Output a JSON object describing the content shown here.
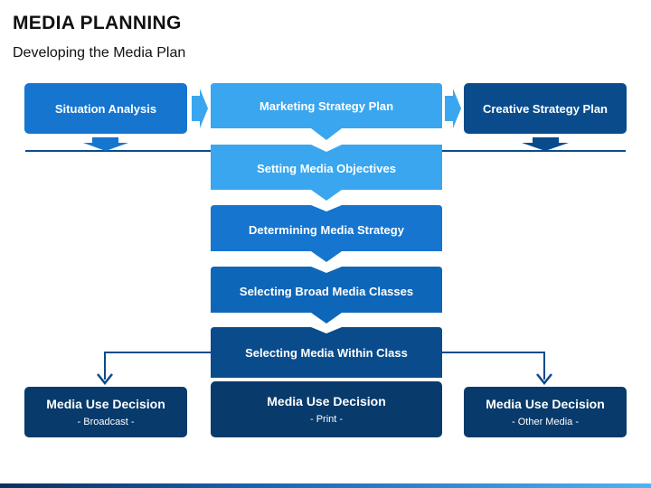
{
  "title": "MEDIA PLANNING",
  "subtitle": "Developing the Media Plan",
  "colors": {
    "light_blue": "#3aa6ef",
    "mid_blue": "#1575cf",
    "blue": "#0e66b8",
    "navy": "#0a4b8c",
    "dark_navy": "#083a6b",
    "connector": "#0a4b8c"
  },
  "top_row": {
    "left": "Situation Analysis",
    "center": "Marketing Strategy Plan",
    "right": "Creative Strategy Plan"
  },
  "chain": [
    "Setting Media Objectives",
    "Determining Media Strategy",
    "Selecting Broad Media Classes",
    "Selecting Media Within Class"
  ],
  "decisions": [
    {
      "title": "Media Use Decision",
      "detail": "- Broadcast -"
    },
    {
      "title": "Media Use Decision",
      "detail": "- Print -"
    },
    {
      "title": "Media Use Decision",
      "detail": "- Other Media -"
    }
  ]
}
